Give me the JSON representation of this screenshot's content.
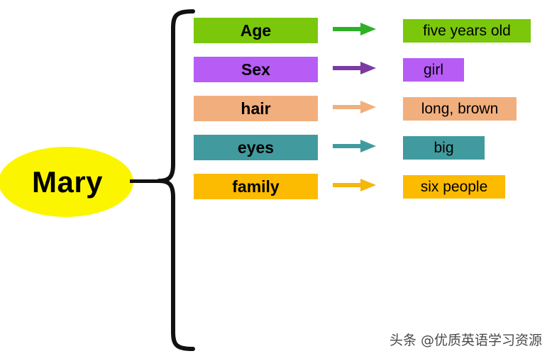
{
  "center": {
    "label": "Mary",
    "fill": "#FCF500",
    "text_color": "#000000"
  },
  "brace": {
    "color": "#111111"
  },
  "rows": [
    {
      "key": "Age",
      "value": "five years old",
      "box_color": "#7AC70C",
      "arrow_color": "#2DB127",
      "value_width": 180
    },
    {
      "key": "Sex",
      "value": "girl",
      "box_color": "#B75CF5",
      "arrow_color": "#7B3BA3",
      "value_width": 86
    },
    {
      "key": "hair",
      "value": "long, brown",
      "box_color": "#F2AF7E",
      "arrow_color": "#F2AF7E",
      "value_width": 160
    },
    {
      "key": "eyes",
      "value": "big",
      "box_color": "#419B9E",
      "arrow_color": "#419B9E",
      "value_width": 115
    },
    {
      "key": "family",
      "value": "six people",
      "box_color": "#FCBA00",
      "arrow_color": "#F5B70C",
      "value_width": 144
    }
  ],
  "watermark": {
    "text": "头条 @优质英语学习资源"
  }
}
